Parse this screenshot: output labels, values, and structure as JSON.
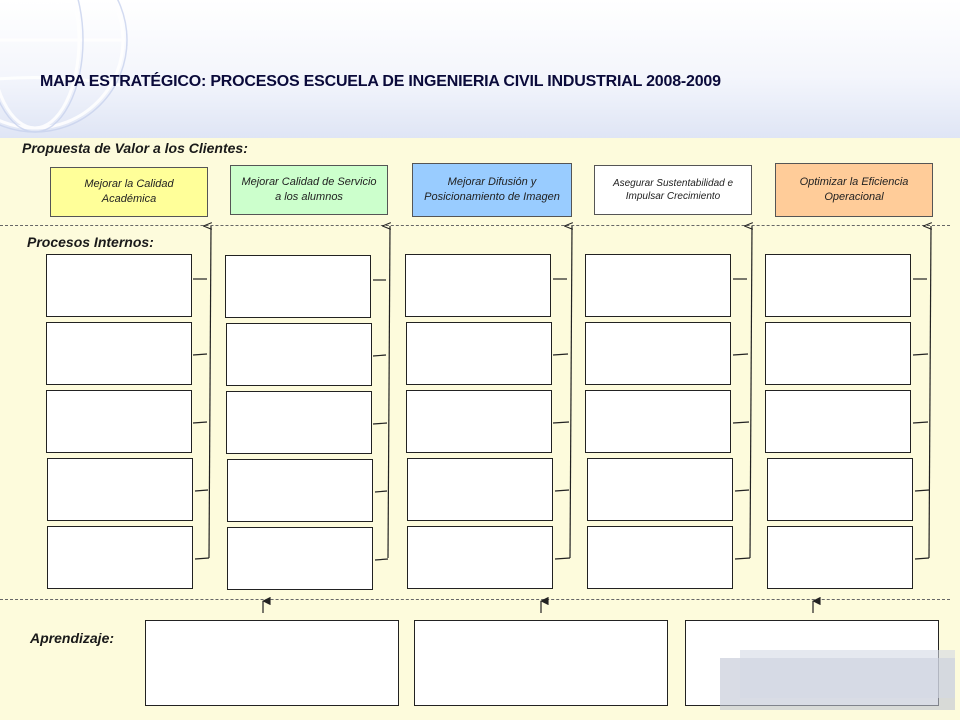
{
  "title": "MAPA ESTRATÉGICO: PROCESOS ESCUELA DE INGENIERIA CIVIL INDUSTRIAL 2008-2009",
  "sections": {
    "value": "Propuesta de Valor a los Clientes:",
    "processes": "Procesos Internos:",
    "learning": "Aprendizaje:"
  },
  "value_props": [
    {
      "label": "Mejorar la Calidad Académica",
      "color": "#ffff99"
    },
    {
      "label": "Mejorar Calidad de Servicio a los alumnos",
      "color": "#ccffcc"
    },
    {
      "label": "Mejorar Difusión y Posicionamiento de Imagen",
      "color": "#99ccff"
    },
    {
      "label": "Asegurar Sustentabilidad e Impulsar Crecimiento",
      "color": "#ffffff"
    },
    {
      "label": "Optimizar la Eficiencia Operacional",
      "color": "#ffcc99"
    }
  ],
  "colors": {
    "background": "#fdfbdc",
    "title": "#0a0a3a",
    "line": "#222222"
  }
}
